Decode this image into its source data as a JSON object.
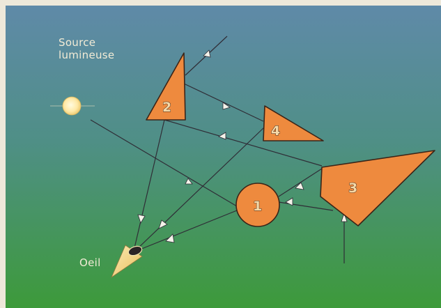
{
  "labels": {
    "source_line1": "Source",
    "source_line2": "lumineuse",
    "eye": "Oeil"
  },
  "objects": {
    "obj1": "1",
    "obj2": "2",
    "obj3": "3",
    "obj4": "4"
  },
  "colors": {
    "background_top": "#5d8ca6",
    "background_bottom": "#3f9a3e",
    "object_fill": "#ee8a3e",
    "outline": "#3a2418",
    "light_source": "#ffe9a6",
    "eye_fill": "#f4d98c"
  }
}
